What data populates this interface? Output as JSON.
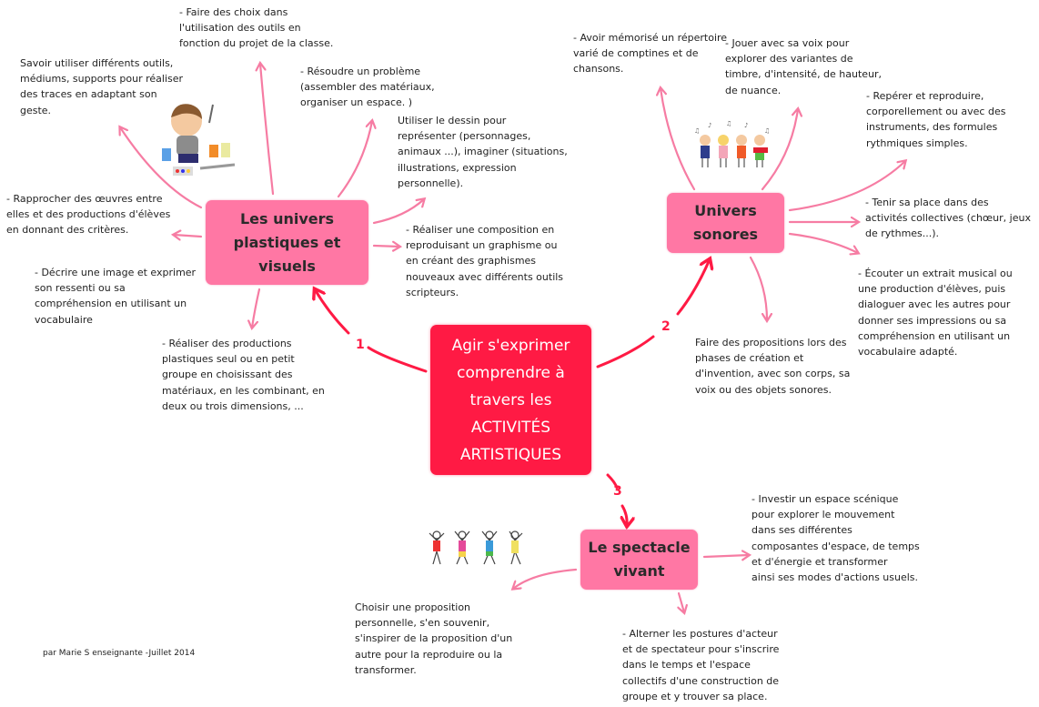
{
  "center": {
    "label": "Agir s'exprimer\ncomprendre à\ntravers les\nACTIVITÉS\nARTISTIQUES"
  },
  "branches": [
    {
      "number": "1",
      "label": "Les univers\nplastiques et\nvisuels",
      "items": [
        "- Faire des choix dans\nl'utilisation des outils en\nfonction du projet de la classe.",
        "Savoir utiliser différents outils,\nmédiums, supports pour réaliser\ndes traces en adaptant son\ngeste.",
        "- Résoudre un problème\n(assembler des matériaux,\norganiser un espace. )",
        "Utiliser le dessin pour\nreprésenter (personnages,\nanimaux ...), imaginer (situations,\nillustrations, expression\npersonnelle).",
        "- Rapprocher des œuvres entre\nelles et des productions d'élèves\nen donnant des critères.",
        "- Réaliser une composition en\nreproduisant un graphisme ou\nen créant des graphismes\nnouveaux avec différents outils\nscripteurs.",
        "- Décrire une image et exprimer\nson ressenti ou sa\ncompréhension en utilisant un\nvocabulaire",
        "- Réaliser des productions\nplastiques seul ou en petit\ngroupe en choisissant des\nmatériaux, en les combinant, en\ndeux ou trois dimensions, ..."
      ]
    },
    {
      "number": "2",
      "label": "Univers\nsonores",
      "items": [
        "- Avoir mémorisé un répertoire\nvarié de comptines et de\nchansons.",
        "- Jouer avec sa voix pour\nexplorer des variantes de\ntimbre, d'intensité, de hauteur,\nde nuance.",
        "- Repérer et reproduire,\ncorporellement ou avec des\ninstruments, des formules\nrythmiques simples.",
        "- Tenir sa place dans des\nactivités collectives (chœur, jeux\nde rythmes...).",
        "- Écouter un extrait musical ou\nune production d'élèves, puis\ndialoguer avec les autres pour\ndonner ses impressions ou sa\ncompréhension en utilisant un\nvocabulaire adapté.",
        "Faire des propositions lors des\nphases de création et\nd'invention, avec son corps, sa\nvoix ou des objets sonores."
      ]
    },
    {
      "number": "3",
      "label": "Le spectacle\nvivant",
      "items": [
        "- Investir un espace scénique\npour explorer le mouvement\ndans ses différentes\ncomposantes d'espace, de temps\net d'énergie et transformer\nainsi ses modes d'actions usuels.",
        "Choisir une proposition\npersonnelle, s'en souvenir,\ns'inspirer de la proposition d'un\nautre pour la reproduire ou la\ntransformer.",
        "- Alterner les postures d'acteur\net de spectateur pour s'inscrire\ndans le temps et l'espace\ncollectifs d'une construction de\ngroupe et y trouver sa place."
      ]
    }
  ],
  "credit": "par Marie S enseignante -Juillet 2014",
  "colors": {
    "main": "#ff1a44",
    "sub": "#ff77a4",
    "link": "#f67ca3"
  }
}
